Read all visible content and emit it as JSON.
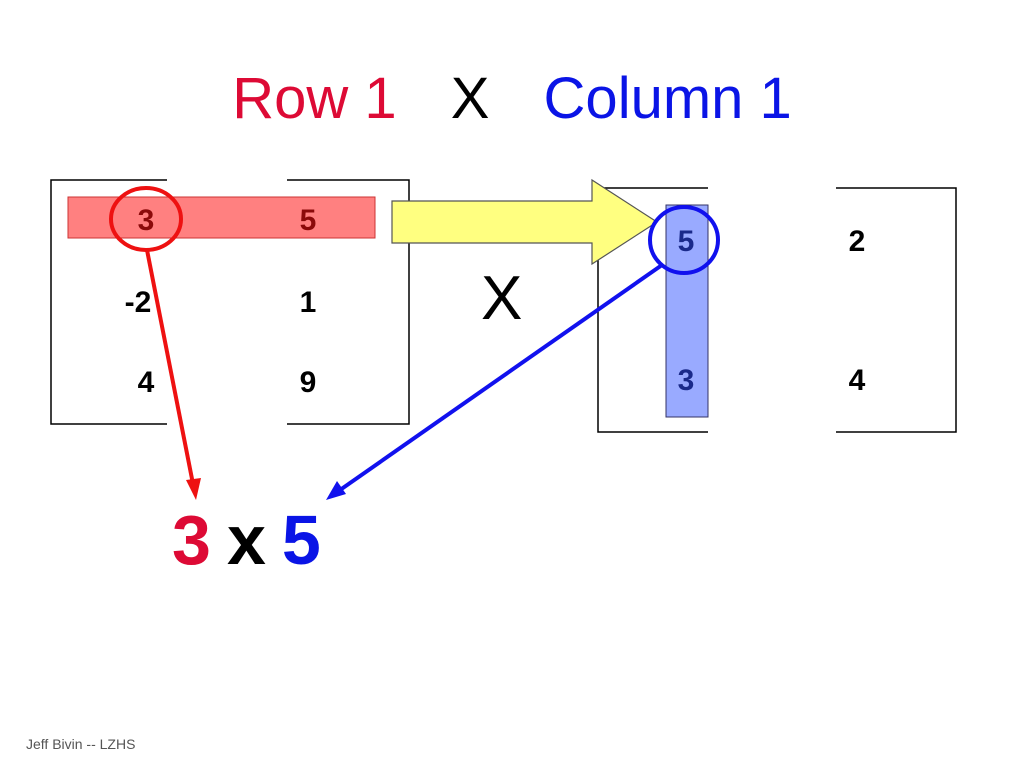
{
  "title": {
    "left": "Row 1",
    "operator": "X",
    "right": "Column 1"
  },
  "matrix_a": {
    "rows": [
      [
        "3",
        "5"
      ],
      [
        "-2",
        "1"
      ],
      [
        "4",
        "9"
      ]
    ]
  },
  "matrix_b": {
    "rows": [
      [
        "5",
        "2"
      ],
      [
        "3",
        "4"
      ]
    ]
  },
  "times_sign": "X",
  "product": {
    "left": "3",
    "operator": "x",
    "right": "5"
  },
  "footer": "Jeff Bivin -- LZHS",
  "colors": {
    "red": "#dd0a35",
    "blue": "#0a14e6",
    "row_highlight": "#ff8080",
    "column_highlight": "#99aaff",
    "arrow_fill": "#ffff80"
  }
}
